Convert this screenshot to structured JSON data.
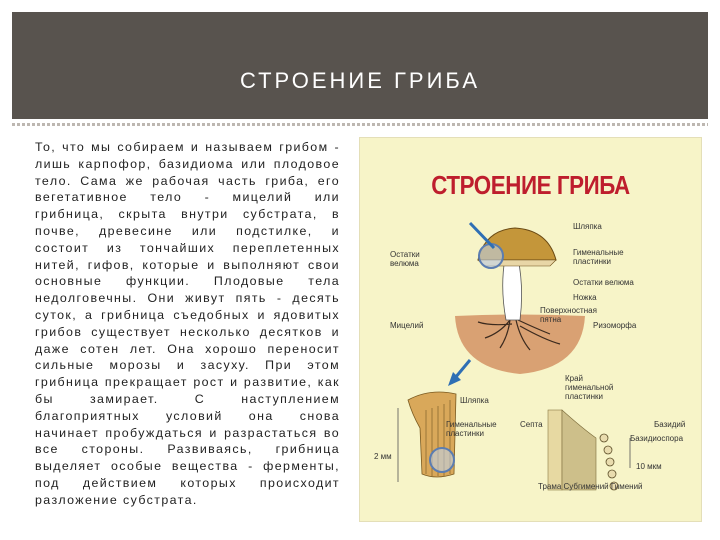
{
  "slide": {
    "title": "СТРОЕНИЕ ГРИБА",
    "body": "То, что мы собираем и называем грибом - лишь карпофор, базидиома или плодовое тело. Сама же рабочая часть гриба, его вегетативное тело - мицелий или грибница, скрыта внутри субстрата, в почве, древесине или подстилке, и состоит из тончайших переплетенных нитей, гифов, которые и выполняют свои основные функции. Плодовые тела недолговечны. Они живут пять - десять суток, а грибница съедобных и ядовитых грибов существует несколько десятков и даже сотен лет. Она хорошо переносит сильные морозы и засуху. При этом грибница прекращает рост и развитие, как бы замирает. С наступлением благоприятных условий она снова начинает пробуждаться и разрастаться во все стороны. Развиваясь, грибница выделяет особые вещества - ферменты, под действием которых происходит разложение субстрата."
  },
  "figure": {
    "title": "СТРОЕНИЕ ГРИБА",
    "labels": {
      "cap": "Шляпка",
      "hymenial_plates": "Гименальные пластинки",
      "velum_remains_left": "Остатки велюма",
      "velum_remains_right": "Остатки велюма",
      "stem": "Ножка",
      "surface_spots": "Поверхностная пятна",
      "rhizomorph": "Ризоморфа",
      "mycelium": "Мицелий",
      "plate_edge": "Край гименальной пластинки",
      "cap_2": "Шляпка",
      "hymenial_plates_2": "Гименальные пластинки",
      "septum": "Септа",
      "basidium": "Базидий",
      "basidiospore": "Базидиоспора",
      "size_2mm": "2 мм",
      "size_10mkm": "10 мкм",
      "trama_layers": "Трама Субгимений Гимений"
    }
  },
  "colors": {
    "header_bg": "#58534e",
    "figure_bg": "#f7f4c8",
    "figure_title": "#be1e2d",
    "arrow_blue": "#2f6fb4"
  }
}
